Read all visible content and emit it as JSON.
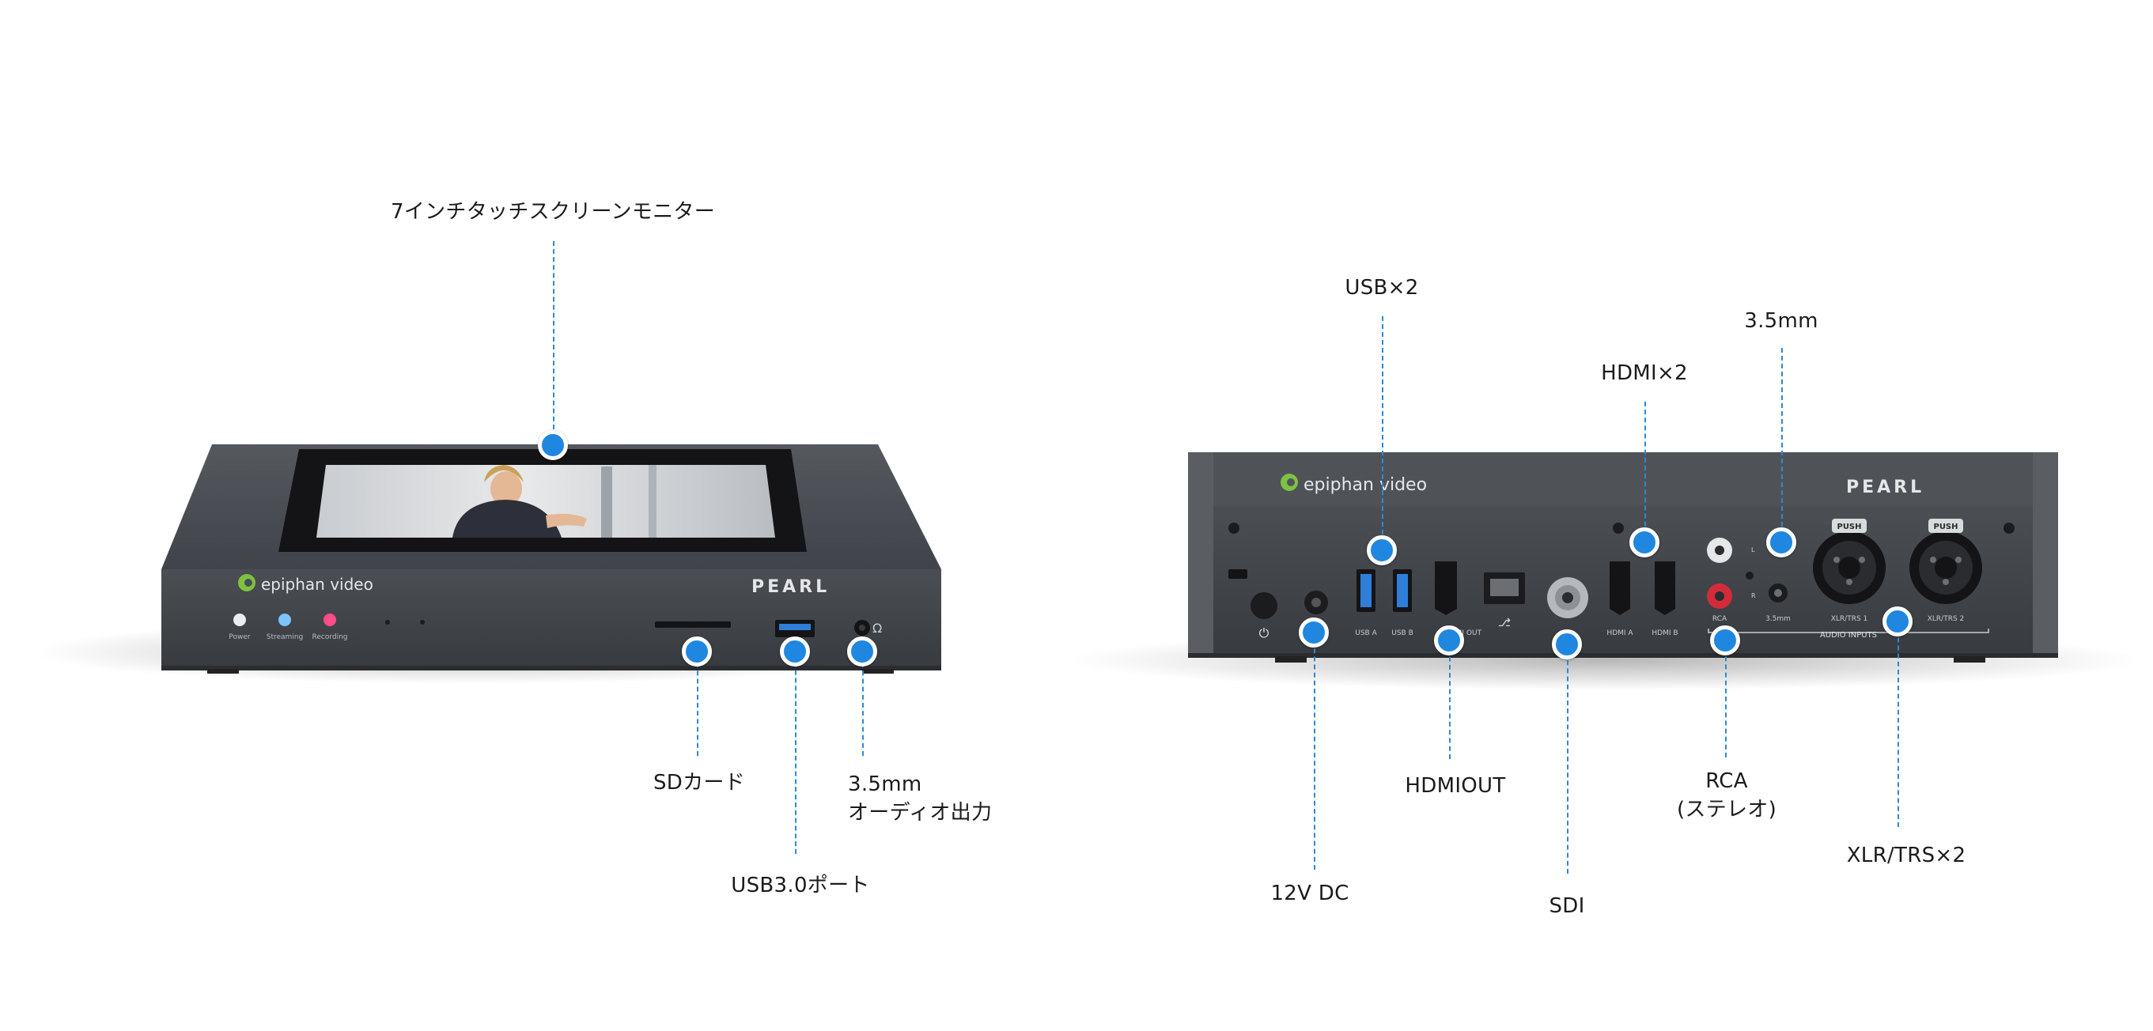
{
  "colors": {
    "accent": "#1f87e0",
    "leader": "#2a8ad8",
    "device_body": "#4a4d51",
    "device_face": "#3b3e42",
    "led_power": "#e9eef5",
    "led_streaming": "#7ec3ff",
    "led_recording": "#ff4d8a",
    "brand_green": "#7dc242"
  },
  "front": {
    "brand": "epiphan video",
    "model": "PEARL",
    "led_labels": [
      "Power",
      "Streaming",
      "Recording"
    ],
    "callouts": {
      "touchscreen": "7インチタッチスクリーンモニター",
      "sd_card": "SDカード",
      "usb3": "USB3.0ポート",
      "audio_out_line1": "3.5mm",
      "audio_out_line2": "オーディオ出力"
    }
  },
  "rear": {
    "brand": "epiphan video",
    "model": "PEARL",
    "port_labels": {
      "usb_a": "USB A",
      "usb_b": "USB B",
      "hdmi_out": "HDMI OUT",
      "hdmi_a": "HDMI A",
      "hdmi_b": "HDMI B",
      "rca": "RCA",
      "mm35": "3.5mm",
      "xlr1": "XLR/TRS 1",
      "xlr2": "XLR/TRS 2",
      "audio_inputs": "AUDIO INPUTS",
      "push": "PUSH",
      "l": "L",
      "r": "R"
    },
    "callouts": {
      "usb": "USB×2",
      "hdmi": "HDMI×2",
      "mm35": "3.5mm",
      "dc": "12V DC",
      "hdmi_out": "HDMIOUT",
      "sdi": "SDI",
      "rca_line1": "RCA",
      "rca_line2": "(ステレオ)",
      "xlr": "XLR/TRS×2"
    }
  }
}
